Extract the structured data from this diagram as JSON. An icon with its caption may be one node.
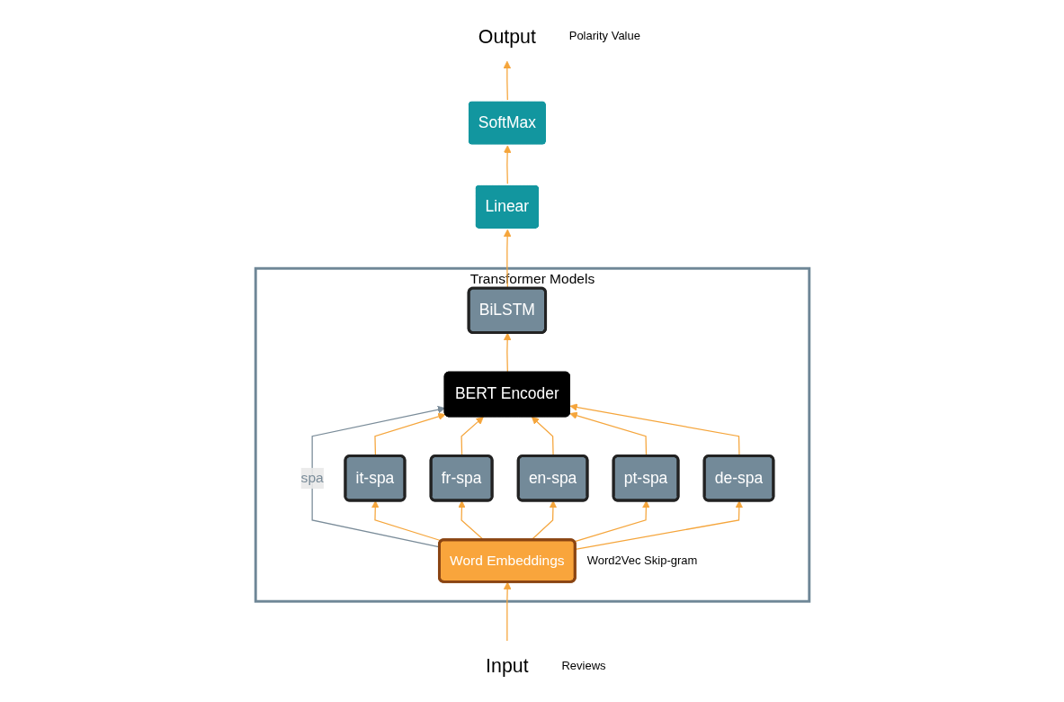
{
  "diagram": {
    "nodes": [
      {
        "text": [
          "Output"
        ],
        "beside": [
          "Polarity Value"
        ]
      },
      {
        "text": [
          "SoftMax"
        ]
      },
      {
        "text": [
          "Linear"
        ]
      },
      {
        "text": [
          "Transformer Models"
        ]
      },
      {
        "text": [
          "BiLSTM"
        ],
        "in": 3
      },
      {
        "text": [
          "BERT Encoder"
        ],
        "in": 3
      },
      {
        "text": [
          "it-spa"
        ],
        "in": 3
      },
      {
        "text": [
          "fr-spa"
        ],
        "in": 3
      },
      {
        "text": [
          "en-spa"
        ],
        "in": 3
      },
      {
        "text": [
          "pt-spa"
        ],
        "in": 3
      },
      {
        "text": [
          "de-spa"
        ],
        "in": 3
      },
      {
        "text": [
          "Word Embeddings"
        ],
        "in": 3,
        "beside": [
          "Word2Vec Skip-gram"
        ]
      },
      {
        "text": [
          "Input"
        ],
        "beside": [
          "Reviews"
        ]
      }
    ],
    "edges": [
      {
        "from": 12,
        "to": 11,
        "arrow": "to"
      },
      {
        "from": 11,
        "to": 6,
        "arrow": "to"
      },
      {
        "from": 11,
        "to": 7,
        "arrow": "to"
      },
      {
        "from": 11,
        "to": 5,
        "arrow": "to",
        "label": "spa",
        "color": "#7a8c99"
      },
      {
        "from": 11,
        "to": 8,
        "arrow": "to"
      },
      {
        "from": 11,
        "to": 9,
        "arrow": "to"
      },
      {
        "from": 11,
        "to": 10,
        "arrow": "to"
      },
      {
        "from": 6,
        "to": 5,
        "arrow": "to"
      },
      {
        "from": 7,
        "to": 5,
        "arrow": "to"
      },
      {
        "from": 8,
        "to": 5,
        "arrow": "to"
      },
      {
        "from": 9,
        "to": 5,
        "arrow": "to"
      },
      {
        "from": 10,
        "to": 5,
        "arrow": "to"
      },
      {
        "from": 5,
        "to": 4,
        "arrow": "to"
      },
      {
        "from": 4,
        "to": 2,
        "arrow": "to"
      },
      {
        "from": 2,
        "to": 1,
        "arrow": "to"
      },
      {
        "from": 1,
        "to": 0,
        "arrow": "to"
      }
    ]
  }
}
